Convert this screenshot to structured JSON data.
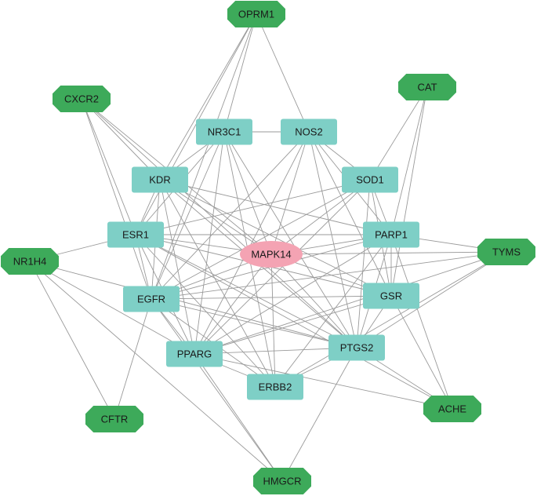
{
  "colors": {
    "background": "#ffffff",
    "edge": "#9a9a9a",
    "hub": "#f4a3b3",
    "core": "#7ecfc6",
    "peripheral": "#3daa5a"
  },
  "nodes": [
    {
      "id": "MAPK14",
      "label": "MAPK14",
      "kind": "hub"
    },
    {
      "id": "NR3C1",
      "label": "NR3C1",
      "kind": "core"
    },
    {
      "id": "NOS2",
      "label": "NOS2",
      "kind": "core"
    },
    {
      "id": "KDR",
      "label": "KDR",
      "kind": "core"
    },
    {
      "id": "SOD1",
      "label": "SOD1",
      "kind": "core"
    },
    {
      "id": "ESR1",
      "label": "ESR1",
      "kind": "core"
    },
    {
      "id": "PARP1",
      "label": "PARP1",
      "kind": "core"
    },
    {
      "id": "EGFR",
      "label": "EGFR",
      "kind": "core"
    },
    {
      "id": "GSR",
      "label": "GSR",
      "kind": "core"
    },
    {
      "id": "PPARG",
      "label": "PPARG",
      "kind": "core"
    },
    {
      "id": "PTGS2",
      "label": "PTGS2",
      "kind": "core"
    },
    {
      "id": "ERBB2",
      "label": "ERBB2",
      "kind": "core"
    },
    {
      "id": "OPRM1",
      "label": "OPRM1",
      "kind": "peripheral"
    },
    {
      "id": "CXCR2",
      "label": "CXCR2",
      "kind": "peripheral"
    },
    {
      "id": "CAT",
      "label": "CAT",
      "kind": "peripheral"
    },
    {
      "id": "NR1H4",
      "label": "NR1H4",
      "kind": "peripheral"
    },
    {
      "id": "TYMS",
      "label": "TYMS",
      "kind": "peripheral"
    },
    {
      "id": "CFTR",
      "label": "CFTR",
      "kind": "peripheral"
    },
    {
      "id": "ACHE",
      "label": "ACHE",
      "kind": "peripheral"
    },
    {
      "id": "HMGCR",
      "label": "HMGCR",
      "kind": "peripheral"
    }
  ],
  "edges": [
    [
      "OPRM1",
      "NR3C1"
    ],
    [
      "OPRM1",
      "NOS2"
    ],
    [
      "OPRM1",
      "KDR"
    ],
    [
      "OPRM1",
      "ESR1"
    ],
    [
      "OPRM1",
      "EGFR"
    ],
    [
      "CXCR2",
      "KDR"
    ],
    [
      "CXCR2",
      "ESR1"
    ],
    [
      "CXCR2",
      "MAPK14"
    ],
    [
      "CXCR2",
      "PTGS2"
    ],
    [
      "CXCR2",
      "EGFR"
    ],
    [
      "CAT",
      "SOD1"
    ],
    [
      "CAT",
      "GSR"
    ],
    [
      "CAT",
      "PARP1"
    ],
    [
      "NR1H4",
      "ESR1"
    ],
    [
      "NR1H4",
      "CFTR"
    ],
    [
      "NR1H4",
      "PPARG"
    ],
    [
      "NR1H4",
      "PTGS2"
    ],
    [
      "NR1H4",
      "HMGCR"
    ],
    [
      "TYMS",
      "PARP1"
    ],
    [
      "TYMS",
      "PTGS2"
    ],
    [
      "TYMS",
      "EGFR"
    ],
    [
      "TYMS",
      "PPARG"
    ],
    [
      "TYMS",
      "ERBB2"
    ],
    [
      "TYMS",
      "MAPK14"
    ],
    [
      "CFTR",
      "EGFR"
    ],
    [
      "ACHE",
      "GSR"
    ],
    [
      "ACHE",
      "PTGS2"
    ],
    [
      "ACHE",
      "ESR1"
    ],
    [
      "ACHE",
      "PARP1"
    ],
    [
      "ACHE",
      "PPARG"
    ],
    [
      "HMGCR",
      "PPARG"
    ],
    [
      "HMGCR",
      "PTGS2"
    ],
    [
      "HMGCR",
      "EGFR"
    ],
    [
      "NR3C1",
      "NOS2"
    ],
    [
      "NR3C1",
      "ESR1"
    ],
    [
      "NR3C1",
      "EGFR"
    ],
    [
      "NR3C1",
      "PPARG"
    ],
    [
      "NR3C1",
      "MAPK14"
    ],
    [
      "NR3C1",
      "PTGS2"
    ],
    [
      "NR3C1",
      "ERBB2"
    ],
    [
      "NR3C1",
      "KDR"
    ],
    [
      "NOS2",
      "SOD1"
    ],
    [
      "NOS2",
      "PARP1"
    ],
    [
      "NOS2",
      "MAPK14"
    ],
    [
      "NOS2",
      "PTGS2"
    ],
    [
      "NOS2",
      "EGFR"
    ],
    [
      "NOS2",
      "PPARG"
    ],
    [
      "NOS2",
      "GSR"
    ],
    [
      "KDR",
      "ESR1"
    ],
    [
      "KDR",
      "EGFR"
    ],
    [
      "KDR",
      "MAPK14"
    ],
    [
      "KDR",
      "PTGS2"
    ],
    [
      "KDR",
      "PPARG"
    ],
    [
      "KDR",
      "ERBB2"
    ],
    [
      "KDR",
      "PARP1"
    ],
    [
      "KDR",
      "GSR"
    ],
    [
      "SOD1",
      "PARP1"
    ],
    [
      "SOD1",
      "GSR"
    ],
    [
      "SOD1",
      "MAPK14"
    ],
    [
      "SOD1",
      "PTGS2"
    ],
    [
      "SOD1",
      "ESR1"
    ],
    [
      "SOD1",
      "EGFR"
    ],
    [
      "SOD1",
      "PPARG"
    ],
    [
      "ESR1",
      "PARP1"
    ],
    [
      "ESR1",
      "MAPK14"
    ],
    [
      "ESR1",
      "EGFR"
    ],
    [
      "ESR1",
      "PPARG"
    ],
    [
      "ESR1",
      "PTGS2"
    ],
    [
      "ESR1",
      "ERBB2"
    ],
    [
      "ESR1",
      "GSR"
    ],
    [
      "PARP1",
      "MAPK14"
    ],
    [
      "PARP1",
      "EGFR"
    ],
    [
      "PARP1",
      "PTGS2"
    ],
    [
      "PARP1",
      "PPARG"
    ],
    [
      "PARP1",
      "GSR"
    ],
    [
      "PARP1",
      "ERBB2"
    ],
    [
      "EGFR",
      "MAPK14"
    ],
    [
      "EGFR",
      "PTGS2"
    ],
    [
      "EGFR",
      "PPARG"
    ],
    [
      "EGFR",
      "ERBB2"
    ],
    [
      "EGFR",
      "GSR"
    ],
    [
      "GSR",
      "PTGS2"
    ],
    [
      "GSR",
      "PPARG"
    ],
    [
      "GSR",
      "MAPK14"
    ],
    [
      "PPARG",
      "MAPK14"
    ],
    [
      "PPARG",
      "PTGS2"
    ],
    [
      "PPARG",
      "ERBB2"
    ],
    [
      "PTGS2",
      "MAPK14"
    ],
    [
      "PTGS2",
      "ERBB2"
    ],
    [
      "ERBB2",
      "MAPK14"
    ]
  ]
}
